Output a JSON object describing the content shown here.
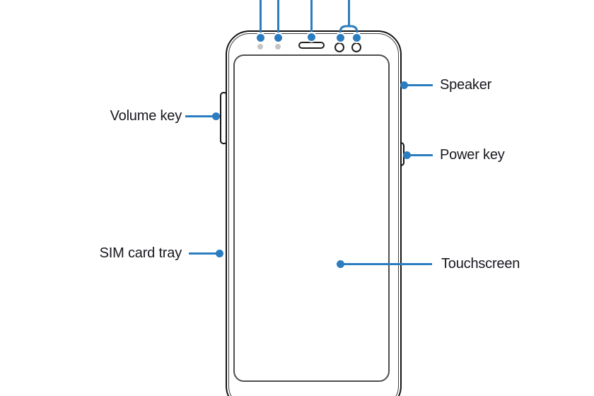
{
  "colors": {
    "background": "#ffffff",
    "accent_blue": "#2b7dc0",
    "outline_dark": "#141414",
    "sensor_gray": "#c5c5c5",
    "label_text": "#17171f"
  },
  "diagram": {
    "kind": "smartphone-front-view-parts-diagram",
    "labels": {
      "volume_key": "Volume key",
      "sim_card_tray": "SIM card tray",
      "speaker": "Speaker",
      "power_key": "Power key",
      "touchscreen": "Touchscreen"
    },
    "left_callouts": [
      "Volume key",
      "SIM card tray"
    ],
    "right_callouts": [
      "Speaker",
      "Power key",
      "Touchscreen"
    ],
    "top_callouts_unlabeled_count": 4
  }
}
